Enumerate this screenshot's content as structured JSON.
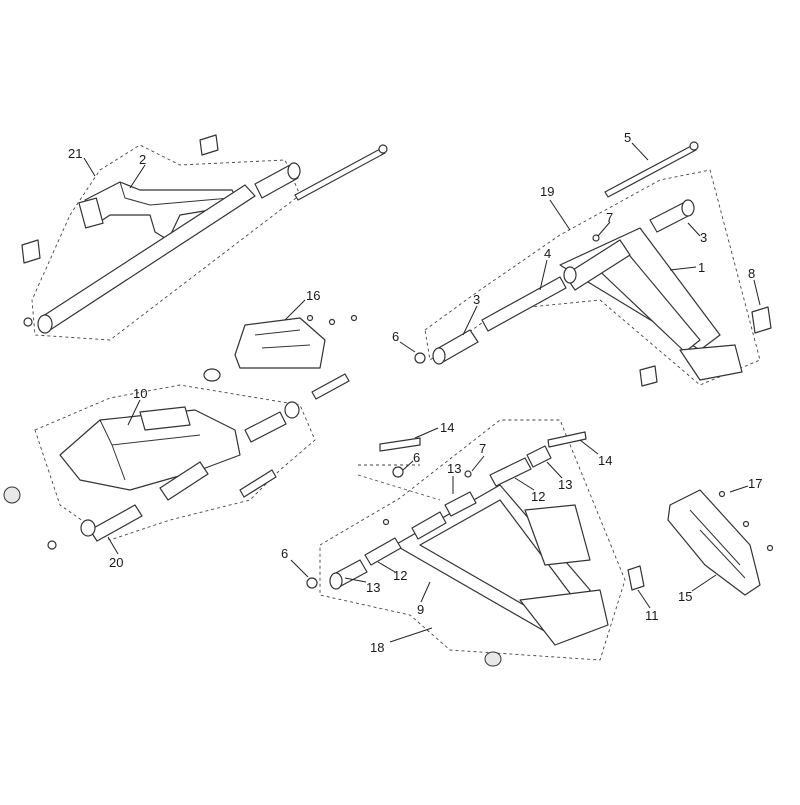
{
  "diagram": {
    "title": "",
    "callouts": [
      "21",
      "2",
      "5",
      "19",
      "7",
      "3",
      "1",
      "4",
      "8",
      "3",
      "6",
      "16",
      "10",
      "14",
      "7",
      "6",
      "13",
      "14",
      "13",
      "12",
      "17",
      "20",
      "6",
      "13",
      "12",
      "9",
      "11",
      "15",
      "18"
    ]
  }
}
